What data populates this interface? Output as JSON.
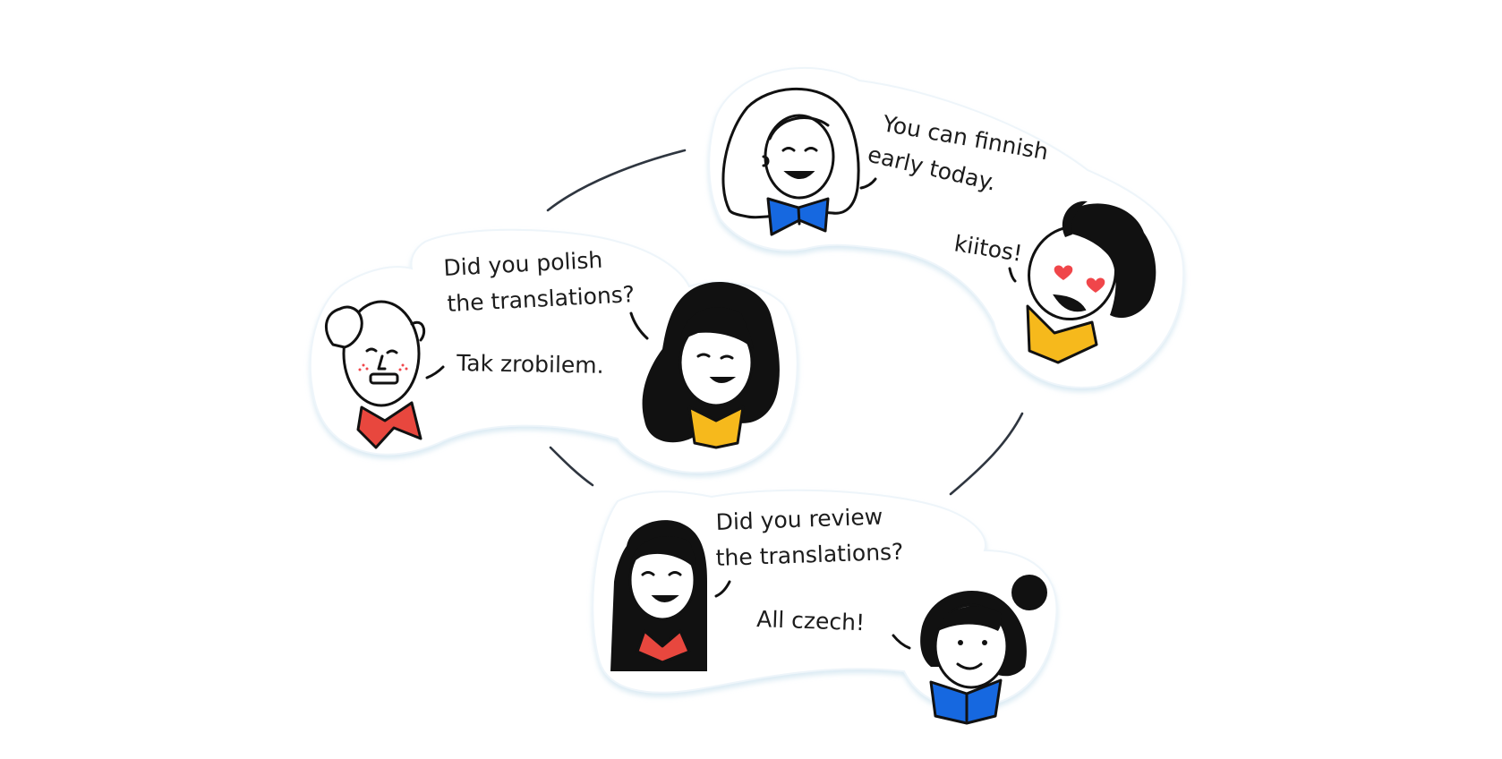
{
  "scene": {
    "groups": [
      {
        "id": "top",
        "speakers": [
          {
            "line1": "You can finnish",
            "line2": "early today.",
            "collar_color": "#1668e0",
            "avatar": "blonde-woman-avatar"
          },
          {
            "line1": "kiitos!",
            "collar_color": "#f6b91c",
            "avatar": "heart-eyes-man-avatar"
          }
        ]
      },
      {
        "id": "left",
        "speakers": [
          {
            "line1": "Did you polish",
            "line2": "the translations?",
            "collar_color": "#f6b91c",
            "avatar": "curly-hair-woman-avatar"
          },
          {
            "line1": "Tak zrobilem.",
            "collar_color": "#e8473e",
            "avatar": "bald-man-avatar"
          }
        ]
      },
      {
        "id": "bottom",
        "speakers": [
          {
            "line1": "Did you review",
            "line2": "the translations?",
            "collar_color": "#e8473e",
            "avatar": "long-hair-woman-avatar"
          },
          {
            "line1": "All czech!",
            "collar_color": "#1668e0",
            "avatar": "bun-hair-woman-avatar"
          }
        ]
      }
    ],
    "colors": {
      "sticker_outline": "#e6f0f7",
      "connector": "#2f3640",
      "heart": "#f0464a",
      "ink": "#111111"
    }
  }
}
